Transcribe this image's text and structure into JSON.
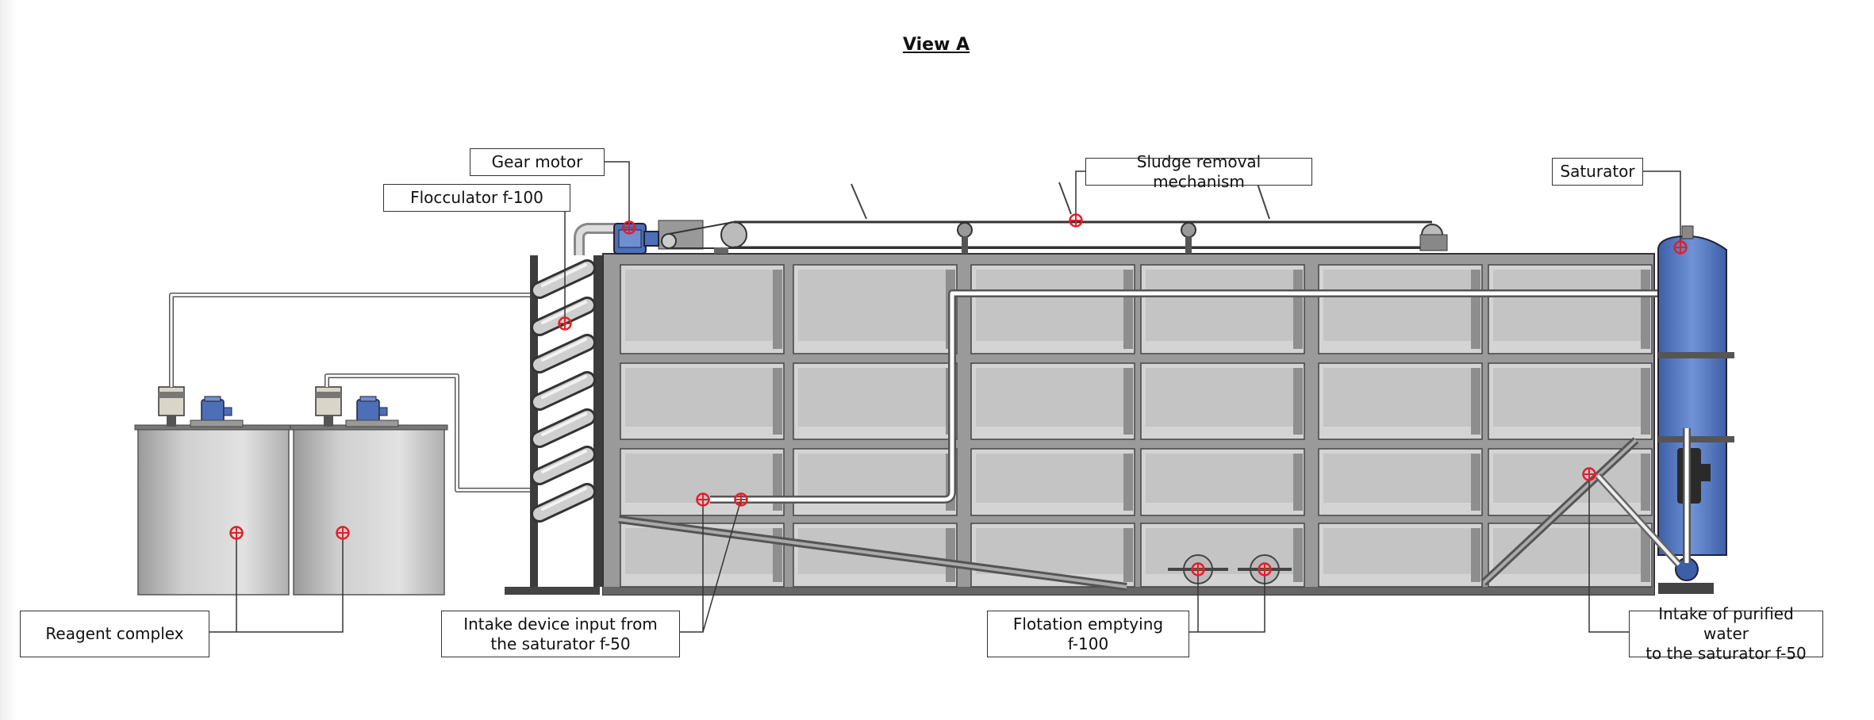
{
  "title": "View A",
  "labels": {
    "gear_motor": "Gear motor",
    "flocculator": "Flocculator f-100",
    "sludge_removal": "Sludge removal mechanism",
    "saturator": "Saturator",
    "reagent_complex": "Reagent complex",
    "intake_device_line1": "Intake device input from",
    "intake_device_line2": "the saturator f-50",
    "flotation_emptying_line1": "Flotation emptying",
    "flotation_emptying_line2": "f-100",
    "purified_water_line1": "Intake of purified water",
    "purified_water_line2": "to the saturator f-50"
  },
  "colors": {
    "tank_body": "#c8c8c8",
    "frame": "#8a8a8a",
    "saturator_blue": "#5b7fc4",
    "motor_blue": "#4d6fb8",
    "marker_red": "#e0202a",
    "flocculator_dark": "#3c3c3c"
  },
  "icons": {
    "marker": "red-crosshair-circle"
  }
}
